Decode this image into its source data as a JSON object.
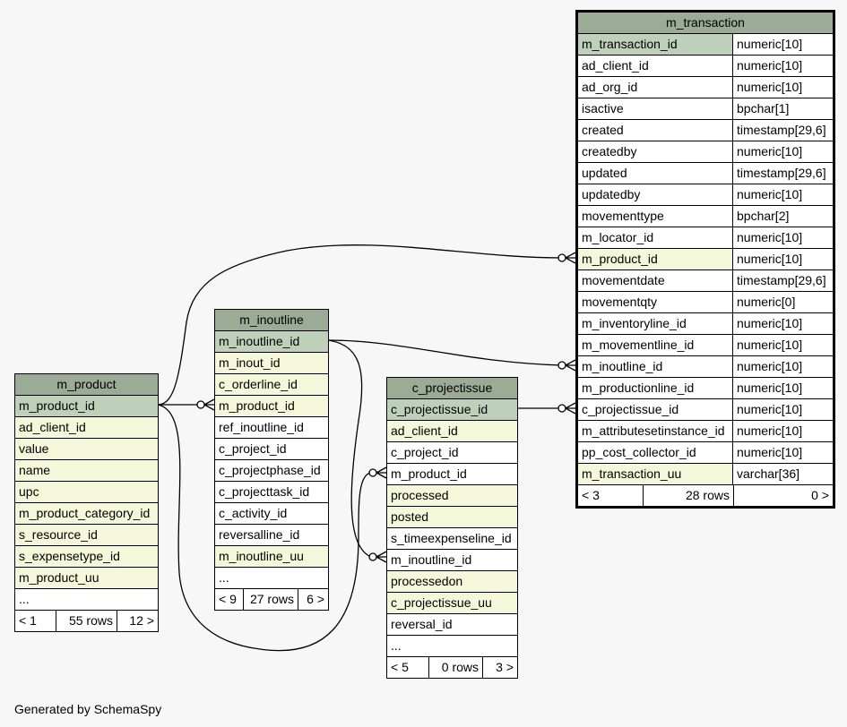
{
  "footer": "Generated by SchemaSpy",
  "tables": {
    "m_transaction": {
      "title": "m_transaction",
      "columns": [
        {
          "name": "m_transaction_id",
          "type": "numeric[10]"
        },
        {
          "name": "ad_client_id",
          "type": "numeric[10]"
        },
        {
          "name": "ad_org_id",
          "type": "numeric[10]"
        },
        {
          "name": "isactive",
          "type": "bpchar[1]"
        },
        {
          "name": "created",
          "type": "timestamp[29,6]"
        },
        {
          "name": "createdby",
          "type": "numeric[10]"
        },
        {
          "name": "updated",
          "type": "timestamp[29,6]"
        },
        {
          "name": "updatedby",
          "type": "numeric[10]"
        },
        {
          "name": "movementtype",
          "type": "bpchar[2]"
        },
        {
          "name": "m_locator_id",
          "type": "numeric[10]"
        },
        {
          "name": "m_product_id",
          "type": "numeric[10]"
        },
        {
          "name": "movementdate",
          "type": "timestamp[29,6]"
        },
        {
          "name": "movementqty",
          "type": "numeric[0]"
        },
        {
          "name": "m_inventoryline_id",
          "type": "numeric[10]"
        },
        {
          "name": "m_movementline_id",
          "type": "numeric[10]"
        },
        {
          "name": "m_inoutline_id",
          "type": "numeric[10]"
        },
        {
          "name": "m_productionline_id",
          "type": "numeric[10]"
        },
        {
          "name": "c_projectissue_id",
          "type": "numeric[10]"
        },
        {
          "name": "m_attributesetinstance_id",
          "type": "numeric[10]"
        },
        {
          "name": "pp_cost_collector_id",
          "type": "numeric[10]"
        },
        {
          "name": "m_transaction_uu",
          "type": "varchar[36]"
        }
      ],
      "foot": [
        "< 3",
        "28 rows",
        "0 >"
      ]
    },
    "m_inoutline": {
      "title": "m_inoutline",
      "columns": [
        "m_inoutline_id",
        "m_inout_id",
        "c_orderline_id",
        "m_product_id",
        "ref_inoutline_id",
        "c_project_id",
        "c_projectphase_id",
        "c_projecttask_id",
        "c_activity_id",
        "reversalline_id",
        "m_inoutline_uu",
        "..."
      ],
      "foot": [
        "< 9",
        "27 rows",
        "6 >"
      ]
    },
    "m_product": {
      "title": "m_product",
      "columns": [
        "m_product_id",
        "ad_client_id",
        "value",
        "name",
        "upc",
        "m_product_category_id",
        "s_resource_id",
        "s_expensetype_id",
        "m_product_uu",
        "..."
      ],
      "foot": [
        "< 1",
        "55 rows",
        "12 >"
      ]
    },
    "c_projectissue": {
      "title": "c_projectissue",
      "columns": [
        "c_projectissue_id",
        "ad_client_id",
        "c_project_id",
        "m_product_id",
        "processed",
        "posted",
        "s_timeexpenseline_id",
        "m_inoutline_id",
        "processedon",
        "c_projectissue_uu",
        "reversal_id",
        "..."
      ],
      "foot": [
        "< 5",
        "0 rows",
        "3 >"
      ]
    }
  }
}
